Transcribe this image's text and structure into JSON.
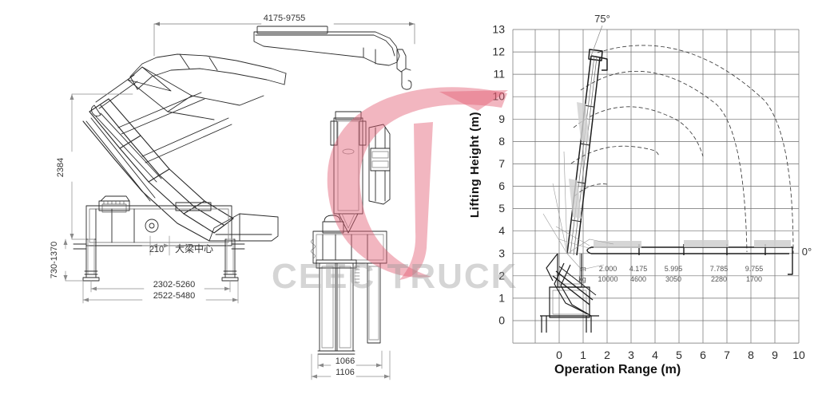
{
  "document": {
    "kind": "crane-specification-drawing",
    "watermark_text": "CEEC TRUCK"
  },
  "left_view": {
    "name": "side-elevation-folded-crane",
    "dimensions": {
      "boom_reach": "4175-9755",
      "stack_height": "2384",
      "ground_clearance": "730-1370",
      "center_offset": "210",
      "center_note": "大梁中心",
      "outrigger_inner": "2302-5260",
      "outrigger_outer": "2522-5480"
    }
  },
  "center_view": {
    "name": "front-elevation-crane-column",
    "dimensions": {
      "inner_width": "1066",
      "outer_width": "1106"
    }
  },
  "chart_data": {
    "type": "line",
    "title": "",
    "xlabel": "Operation Range (m)",
    "ylabel": "Lifting Height (m)",
    "xlim": [
      -1.5,
      10.5
    ],
    "ylim": [
      -1.2,
      13
    ],
    "xticks": [
      0,
      1,
      2,
      3,
      4,
      5,
      6,
      7,
      8,
      9,
      10
    ],
    "yticks": [
      0,
      1,
      2,
      3,
      4,
      5,
      6,
      7,
      8,
      9,
      10,
      11,
      12,
      13
    ],
    "grid": true,
    "legend": "none",
    "annotations": [
      {
        "text": "75°",
        "x": 1.6,
        "y": 13.3
      },
      {
        "text": "0°",
        "x": 10.2,
        "y": 3.05
      }
    ],
    "capacity_table": {
      "row_units": [
        "m",
        "kg"
      ],
      "radius_m": [
        "2.000",
        "4.175",
        "5.995",
        "7.785",
        "9.755"
      ],
      "load_kg": [
        "10000",
        "4600",
        "3050",
        "2280",
        "1700"
      ]
    },
    "series": [
      {
        "name": "boom-section-1-arc",
        "radius_m": 2.0,
        "points": [
          [
            0.65,
            5.55
          ],
          [
            1.05,
            5.85
          ],
          [
            1.55,
            6.05
          ],
          [
            2.0,
            6.1
          ]
        ]
      },
      {
        "name": "boom-section-2-arc",
        "radius_m": 4.175,
        "points": [
          [
            0.55,
            7.0
          ],
          [
            1.2,
            7.75
          ],
          [
            2.2,
            8.15
          ],
          [
            3.2,
            8.2
          ],
          [
            4.0,
            7.6
          ]
        ]
      },
      {
        "name": "boom-section-3-arc",
        "radius_m": 5.995,
        "points": [
          [
            0.6,
            8.6
          ],
          [
            1.6,
            9.7
          ],
          [
            3.0,
            10.2
          ],
          [
            4.4,
            10.0
          ],
          [
            5.5,
            8.9
          ],
          [
            6.0,
            7.6
          ]
        ]
      },
      {
        "name": "boom-section-4-arc",
        "radius_m": 7.785,
        "points": [
          [
            0.9,
            10.3
          ],
          [
            2.2,
            11.4
          ],
          [
            4.0,
            11.9
          ],
          [
            5.8,
            11.4
          ],
          [
            7.1,
            10.0
          ],
          [
            7.8,
            8.0
          ],
          [
            7.9,
            5.0
          ],
          [
            7.85,
            3.2
          ]
        ]
      },
      {
        "name": "boom-section-5-arc",
        "radius_m": 9.755,
        "points": [
          [
            1.6,
            12.0
          ],
          [
            3.4,
            12.5
          ],
          [
            5.4,
            12.1
          ],
          [
            7.3,
            11.0
          ],
          [
            8.8,
            9.2
          ],
          [
            9.6,
            7.0
          ],
          [
            9.8,
            4.8
          ],
          [
            9.76,
            3.1
          ]
        ]
      }
    ],
    "boom_positions": [
      {
        "name": "boom-at-75-degrees",
        "angle_deg": 75,
        "tip": [
          1.5,
          12.5
        ]
      },
      {
        "name": "boom-at-0-degrees",
        "angle_deg": 0,
        "tip": [
          9.755,
          3.0
        ]
      }
    ]
  }
}
